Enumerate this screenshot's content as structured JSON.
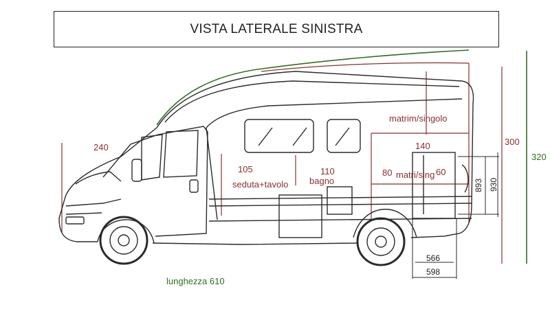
{
  "title": "VISTA LATERALE SINISTRA",
  "labels": {
    "cab_height": "240",
    "seating": "105",
    "seating_desc": "seduta+tavolo",
    "bathroom": "110",
    "bathroom_desc": "bagno",
    "top_bed": "matrim/singolo",
    "top_bed_width": "140",
    "lower_bed_left": "80",
    "lower_bed": "matri/sing",
    "lower_bed_right": "60",
    "height_300": "300",
    "height_320": "320",
    "door_893": "893",
    "door_930": "930",
    "door_566": "566",
    "door_598": "598",
    "length": "lunghezza 610"
  },
  "colors": {
    "annotation_red": "#8a2f2f",
    "annotation_green": "#2f6e1f",
    "outline": "#2a2a2a"
  }
}
